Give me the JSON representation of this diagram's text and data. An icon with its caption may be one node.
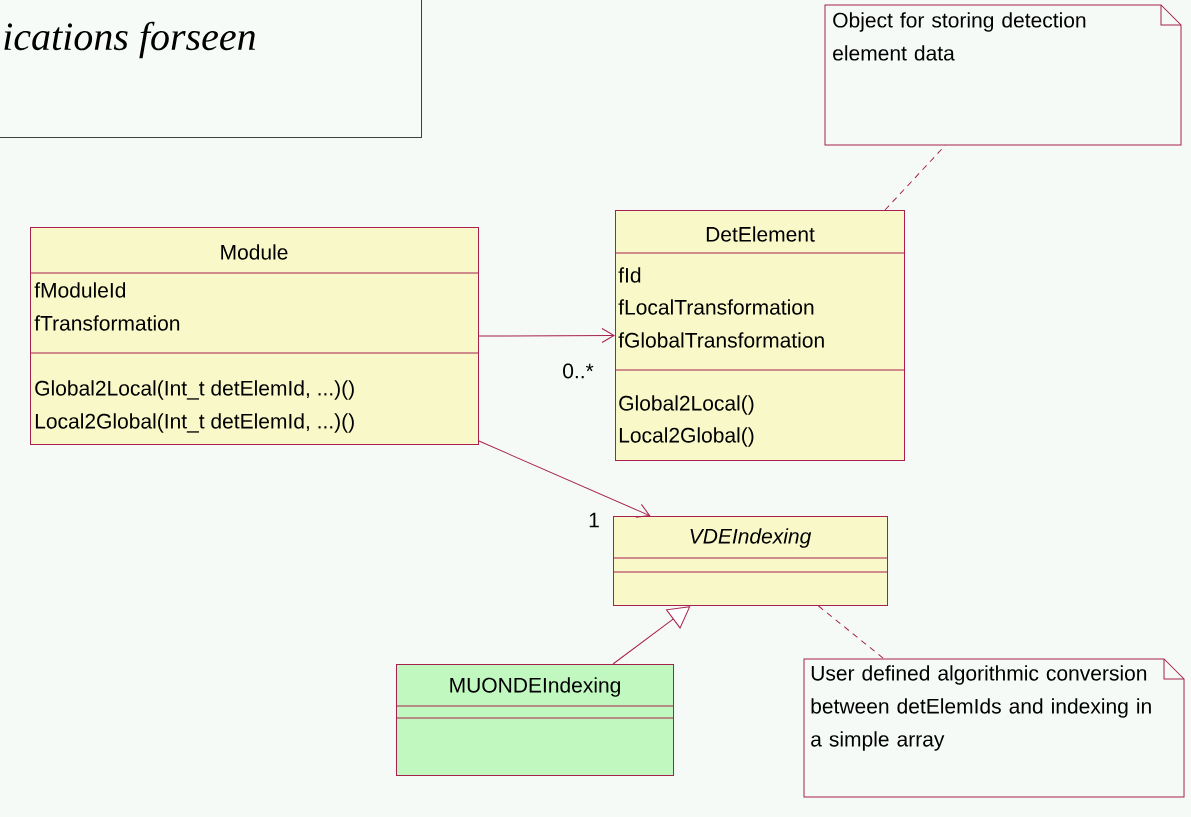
{
  "diagram": {
    "nodes": [
      {
        "text": [
          "ications forseen"
        ]
      },
      {
        "text": [
          "Object for storing detection element data"
        ]
      },
      {
        "text": [
          "Module",
          "fModuleId",
          "fTransformation",
          "Global2Local(Int_t detElemId, ...)()",
          "Local2Global(Int_t detElemId, ...)()"
        ]
      },
      {
        "text": [
          "DetElement",
          "fId",
          "fLocalTransformation",
          "fGlobalTransformation",
          "Global2Local()",
          "Local2Global()"
        ]
      },
      {
        "text": [
          "VDEIndexing"
        ]
      },
      {
        "text": [
          "MUONDEIndexing"
        ]
      },
      {
        "text": [
          "User defined algorithmic conversion between detElemIds and indexing in a simple array"
        ]
      }
    ],
    "edges": [
      {
        "from": 2,
        "to": 3,
        "arrow": "to",
        "label": "0..*"
      },
      {
        "from": 2,
        "to": 4,
        "arrow": "to",
        "label": "1"
      },
      {
        "from": 5,
        "to": 4,
        "arrow": "to"
      },
      {
        "from": 3,
        "to": 1,
        "arrow": "none",
        "style": "dashed"
      },
      {
        "from": 4,
        "to": 6,
        "arrow": "none",
        "style": "dashed"
      }
    ]
  }
}
